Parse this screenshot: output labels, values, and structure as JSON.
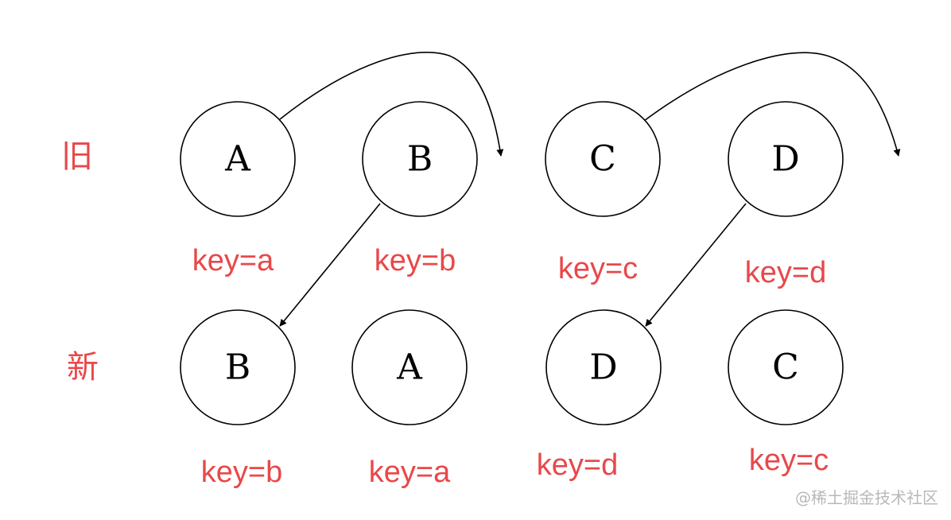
{
  "rows": {
    "old_label": "旧",
    "new_label": "新"
  },
  "old_nodes": [
    {
      "letter": "A",
      "key": "key=a"
    },
    {
      "letter": "B",
      "key": "key=b"
    },
    {
      "letter": "C",
      "key": "key=c"
    },
    {
      "letter": "D",
      "key": "key=d"
    }
  ],
  "new_nodes": [
    {
      "letter": "B",
      "key": "key=b"
    },
    {
      "letter": "A",
      "key": "key=a"
    },
    {
      "letter": "D",
      "key": "key=d"
    },
    {
      "letter": "C",
      "key": "key=c"
    }
  ],
  "colors": {
    "label_red": "#e8484a",
    "stroke": "#000000",
    "watermark": "#b8b8b8"
  },
  "watermark": "@稀土掘金技术社区"
}
